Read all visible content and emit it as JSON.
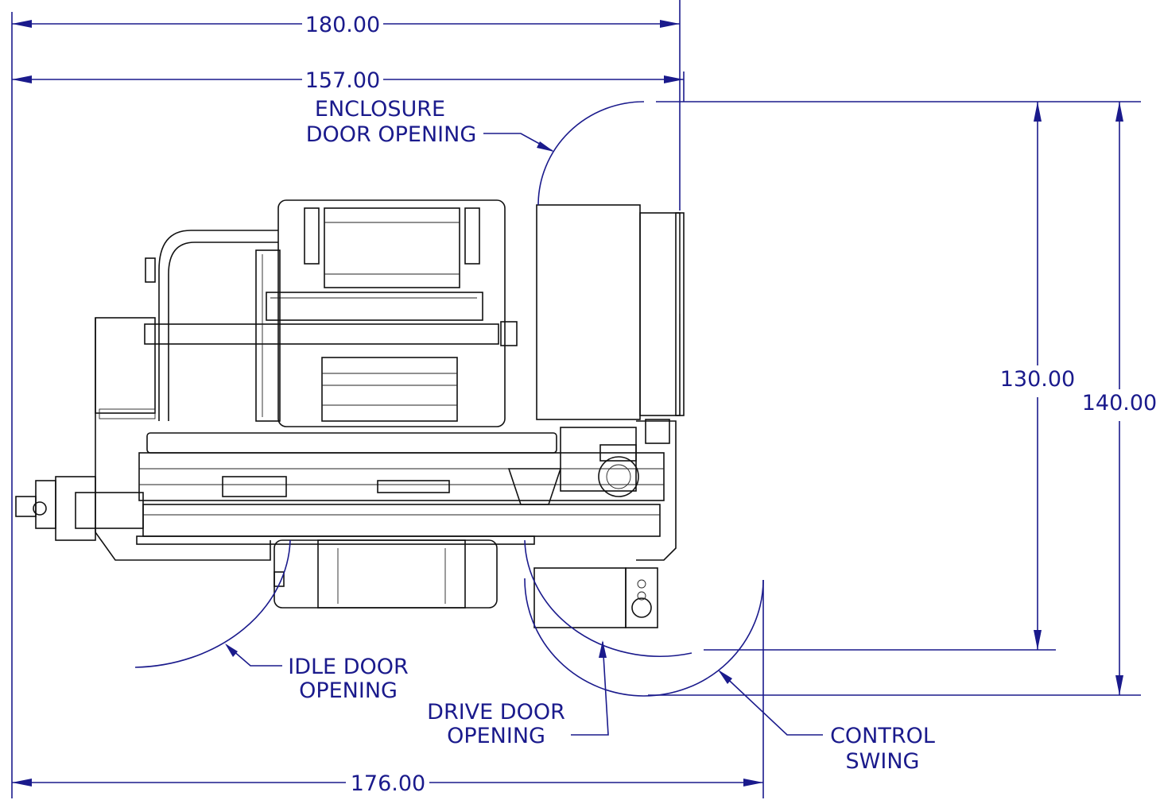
{
  "dimensions": {
    "overall_width": "180.00",
    "frame_width": "157.00",
    "footprint_width": "176.00",
    "depth_inner": "130.00",
    "depth_outer": "140.00"
  },
  "annotations": {
    "enclosure_door": [
      "ENCLOSURE",
      "DOOR OPENING"
    ],
    "idle_door": [
      "IDLE DOOR",
      "OPENING"
    ],
    "drive_door": [
      "DRIVE DOOR",
      "OPENING"
    ],
    "control_swing": [
      "CONTROL",
      "SWING"
    ]
  },
  "colors": {
    "dimension": "#1a1a8c",
    "machine": "#111111"
  }
}
